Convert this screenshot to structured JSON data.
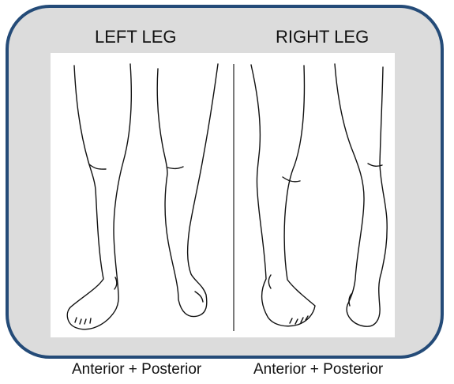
{
  "frame": {
    "border_color": "#244b78",
    "background_color": "#dcdcdc"
  },
  "labels": {
    "left_leg": "LEFT LEG",
    "right_leg": "RIGHT LEG"
  },
  "captions": {
    "left": "Anterior + Posterior",
    "right": "Anterior + Posterior"
  },
  "illustrations": {
    "left": "left-leg-drawings",
    "right": "right-leg-drawings"
  }
}
